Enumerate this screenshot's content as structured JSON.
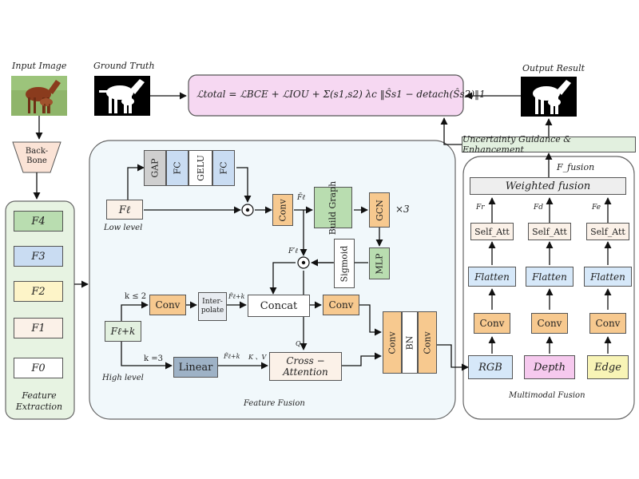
{
  "colors": {
    "feature_bg": "#e7f3e2",
    "fusion_bg": "#f1f8fb",
    "loss_bg": "#f6d8f2",
    "conv_orange": "#f7c98f",
    "green": "#b9ddb0",
    "blue": "#c9dcf2",
    "gray": "#cfcfcf",
    "yellow": "#fdf4c8",
    "beige": "#fbf1e8",
    "rgb_blue": "#d6e8f9",
    "depth_pink": "#f6c9ee",
    "edge_yellow": "#f8f4b6",
    "linear_slate": "#9eb2c6"
  },
  "labels": {
    "input_image": "Input Image",
    "ground_truth": "Ground Truth",
    "output_result": "Output Result",
    "backbone": "Back-Bone",
    "feature_extraction": "Feature Extraction",
    "feature_fusion": "Feature Fusion",
    "multimodal_fusion": "Multimodal Fusion",
    "low_level": "Low level",
    "high_level": "High level",
    "uncertainty": "Uncertainty Guidance & Enhancement",
    "f_fusion": "F_fusion",
    "weighted_fusion": "Weighted fusion",
    "times3": "×3"
  },
  "loss_formula": "ℒtotal = ℒBCE + ℒIOU + Σ(s1,s2) λc ‖Ŝs1 − detach(Ŝs2)‖1",
  "features": [
    "F4",
    "F3",
    "F2",
    "F1",
    "F0"
  ],
  "fusion_blocks": {
    "gap": "GAP",
    "fc1": "FC",
    "gelu": "GELU",
    "fc2": "FC",
    "f_low": "Fℓ",
    "conv1": "Conv",
    "f_bar": "F̄ℓ",
    "build_graph": "Build Graph",
    "gcn": "GCN",
    "mlp": "MLP",
    "sigmoid": "Sigmoid",
    "f_prime": "F′ℓ",
    "k_le2": "k ≤ 2",
    "k_eq3": "k =3",
    "f_high": "Fℓ+k",
    "conv2": "Conv",
    "interpolate": "Inter-polate",
    "f_tilde1": "F̃ℓ+k",
    "concat": "Concat",
    "conv3": "Conv",
    "linear": "Linear",
    "f_tilde2": "F̃ℓ+k",
    "kv": "K 、V",
    "q": "Q",
    "cross_attention": "Cross − Attention",
    "conv_a": "Conv",
    "bn": "BN",
    "conv_b": "Conv"
  },
  "modal_columns": [
    {
      "input": "RGB",
      "conv": "Conv",
      "flatten": "Flatten",
      "att": "Self_Att",
      "f": "Fr"
    },
    {
      "input": "Depth",
      "conv": "Conv",
      "flatten": "Flatten",
      "att": "Self_Att",
      "f": "Fd"
    },
    {
      "input": "Edge",
      "conv": "Conv",
      "flatten": "Flatten",
      "att": "Self_Att",
      "f": "Fe"
    }
  ]
}
